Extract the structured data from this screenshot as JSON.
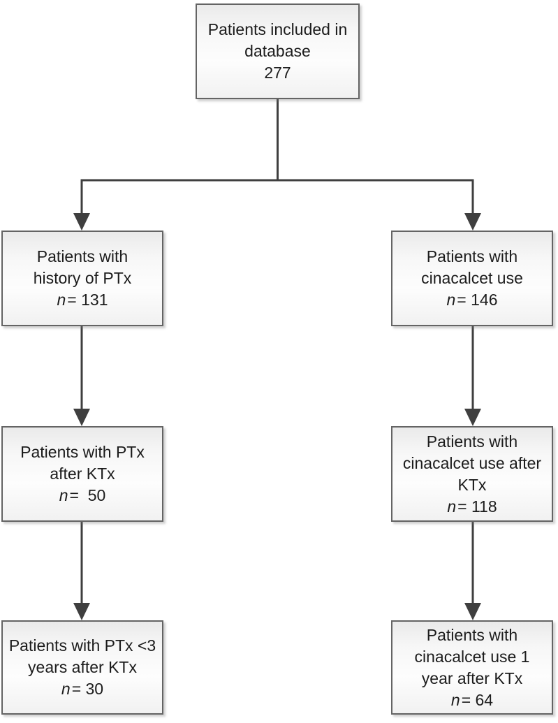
{
  "diagram": {
    "type": "flowchart",
    "boxes": {
      "root": {
        "lines": [
          "Patients included in",
          "database",
          "277"
        ]
      },
      "left1": {
        "lines": [
          "Patients with",
          "history of PTx"
        ],
        "count": {
          "symbol": "n",
          "rest": "= 131"
        }
      },
      "right1": {
        "lines": [
          "Patients with",
          "cinacalcet use"
        ],
        "count": {
          "symbol": "n",
          "rest": "= 146"
        }
      },
      "left2": {
        "lines": [
          "Patients with PTx",
          "after KTx"
        ],
        "count": {
          "symbol": "n",
          "rest": "=  50"
        }
      },
      "right2": {
        "lines": [
          "Patients with",
          "cinacalcet use after",
          "KTx"
        ],
        "count": {
          "symbol": "n",
          "rest": "= 118"
        }
      },
      "left3": {
        "lines": [
          "Patients with PTx <3",
          "years after KTx"
        ],
        "count": {
          "symbol": "n",
          "rest": "= 30"
        }
      },
      "right3": {
        "lines": [
          "Patients with",
          "cinacalcet use 1",
          "year after KTx"
        ],
        "count": {
          "symbol": "n",
          "rest": "= 64"
        }
      }
    },
    "edges": [
      {
        "from": "root",
        "to": "left1"
      },
      {
        "from": "root",
        "to": "right1"
      },
      {
        "from": "left1",
        "to": "left2"
      },
      {
        "from": "right1",
        "to": "right2"
      },
      {
        "from": "left2",
        "to": "left3"
      },
      {
        "from": "right2",
        "to": "right3"
      }
    ],
    "colors": {
      "connector": "#3f3f3f",
      "box_border": "#646464",
      "text": "#1c1c1c",
      "box_fill_top": "#eaeaea",
      "box_fill_bottom": "#f1f1f1"
    }
  }
}
